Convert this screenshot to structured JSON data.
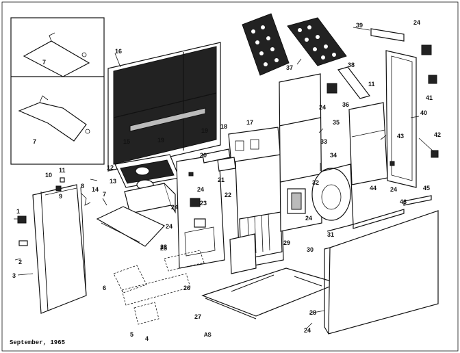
{
  "footer": {
    "date": "September, 1965",
    "code": "AS"
  },
  "callouts": [
    "1",
    "2",
    "3",
    "4",
    "5",
    "6",
    "7",
    "7",
    "7",
    "8",
    "9",
    "10",
    "11",
    "11",
    "12",
    "13",
    "14",
    "15",
    "16",
    "17",
    "18",
    "19",
    "19",
    "20",
    "21",
    "22",
    "23",
    "23",
    "24",
    "24",
    "24",
    "24",
    "24",
    "24",
    "24",
    "24",
    "25",
    "26",
    "27",
    "28",
    "29",
    "30",
    "31",
    "32",
    "33",
    "34",
    "35",
    "36",
    "37",
    "38",
    "39",
    "40",
    "41",
    "42",
    "43",
    "44",
    "45",
    "46"
  ]
}
